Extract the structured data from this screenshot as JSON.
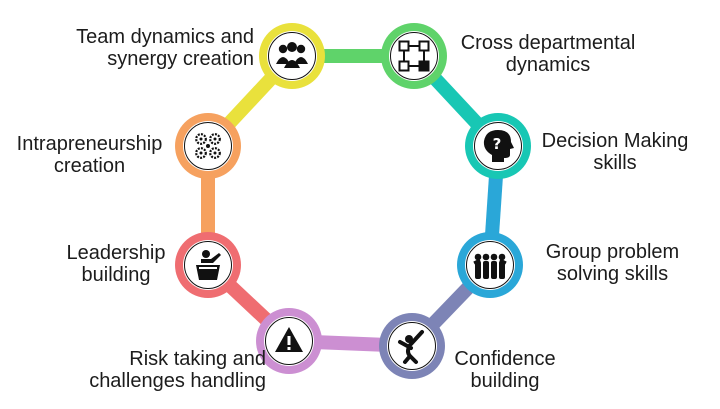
{
  "nodes": [
    {
      "id": "team",
      "icon": "team-group-icon",
      "color": "#e9e13c",
      "lines": [
        "Team dynamics and",
        "synergy creation"
      ]
    },
    {
      "id": "cross",
      "icon": "flowchart-icon",
      "color": "#5fd36a",
      "lines": [
        "Cross departmental",
        "dynamics"
      ]
    },
    {
      "id": "decision",
      "icon": "head-question-icon",
      "color": "#18c7b4",
      "lines": [
        "Decision Making",
        "skills"
      ]
    },
    {
      "id": "group",
      "icon": "people-huddle-icon",
      "color": "#2aa7d8",
      "lines": [
        "Group problem",
        "solving skills"
      ]
    },
    {
      "id": "confidence",
      "icon": "cheering-person-icon",
      "color": "#7d84b6",
      "lines": [
        "Confidence",
        "building"
      ]
    },
    {
      "id": "risk",
      "icon": "warning-triangle-icon",
      "color": "#cc8fd2",
      "lines": [
        "Risk taking and",
        "challenges handling"
      ]
    },
    {
      "id": "leadership",
      "icon": "speaker-podium-icon",
      "color": "#ef6d71",
      "lines": [
        "Leadership",
        "building"
      ]
    },
    {
      "id": "intra",
      "icon": "gears-cluster-icon",
      "color": "#f6a15f",
      "lines": [
        "Intrapreneurship",
        "creation"
      ]
    }
  ]
}
